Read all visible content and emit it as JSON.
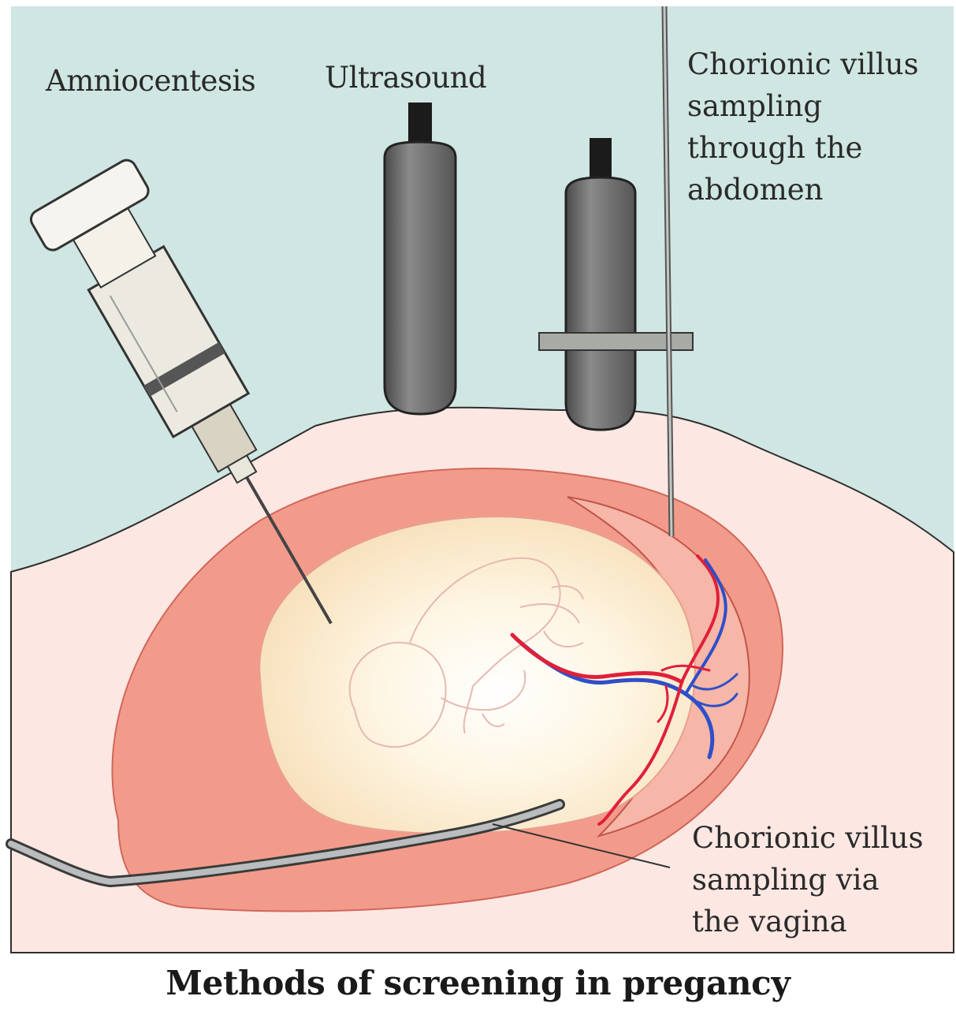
{
  "labels": {
    "amniocentesis": "Amniocentesis",
    "ultrasound": "Ultrasound",
    "cvs_abdomen": [
      "Chorionic villus",
      "sampling",
      "through the",
      "abdomen"
    ],
    "cvs_vagina": [
      "Chorionic villus",
      "sampling via",
      "the vagina"
    ]
  },
  "caption": "Methods of screening in pregancy",
  "colors": {
    "background": "#cfe6e3",
    "skin": "#fce7e2",
    "uterus_wall": "#f08f80",
    "amniotic_fluid": "#fdf1d6",
    "probe": "#6e6e6e",
    "artery": "#e0203a",
    "vein": "#2f4fc8"
  }
}
